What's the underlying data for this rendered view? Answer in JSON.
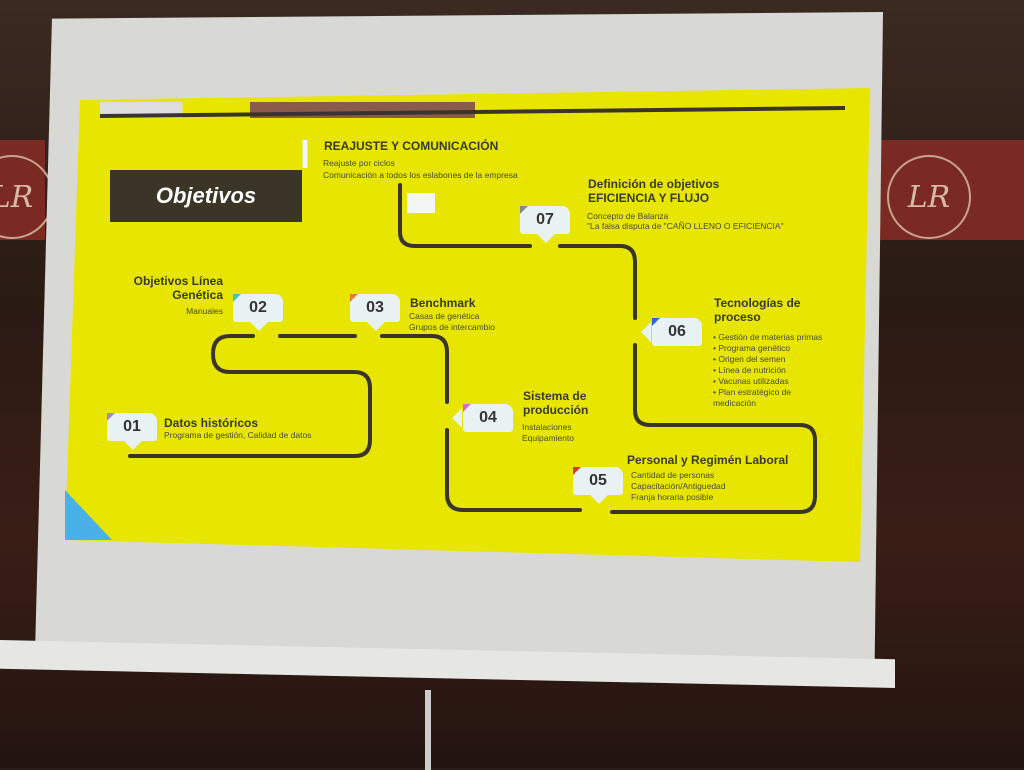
{
  "slide": {
    "title": "Objetivos",
    "colors": {
      "background": "#e8e600",
      "path": "#3a3527",
      "marker": "#e8f2f2"
    },
    "steps": [
      {
        "number": "01",
        "title": "Datos históricos",
        "details": [
          "Programa de gestión, Calidad de datos"
        ],
        "color": "#9a8ad8"
      },
      {
        "number": "02",
        "title": "Objetivos Línea Genética",
        "details": [
          "Manuales"
        ],
        "color": "#3cc8b0"
      },
      {
        "number": "03",
        "title": "Benchmark",
        "details": [
          "Casas de genética",
          "Grupos de intercambio"
        ],
        "color": "#e0802a"
      },
      {
        "number": "04",
        "title": "Sistema de producción",
        "details": [
          "Instalaciones",
          "Equipamiento"
        ],
        "color": "#d070c0"
      },
      {
        "number": "05",
        "title": "Personal y Regimén Laboral",
        "details": [
          "Cantidad de personas",
          "Capacitación/Antiguedad",
          "Franja horaria posible"
        ],
        "color": "#d83a2a"
      },
      {
        "number": "06",
        "title": "Tecnologías de proceso",
        "details": [
          "• Gestión de materias primas",
          "• Programa genético",
          "• Origen del semen",
          "• Línea de nutrición",
          "• Vacunas utilizadas",
          "• Plan estratégico de medicación"
        ],
        "color": "#2a6ad8"
      },
      {
        "number": "07",
        "title": "Definición de objetivos EFICIENCIA Y FLUJO",
        "details": [
          "Concepto de Balanza",
          "\"La falsa disputa de \"CAÑO LLENO O EFICIENCIA\""
        ],
        "color": "#888888"
      }
    ],
    "final": {
      "title": "REAJUSTE Y COMUNICACIÓN",
      "details": [
        "Reajuste por ciclos",
        "Comunicación a todos los eslabones de la empresa"
      ]
    }
  },
  "room": {
    "wall_logo": "LR"
  }
}
